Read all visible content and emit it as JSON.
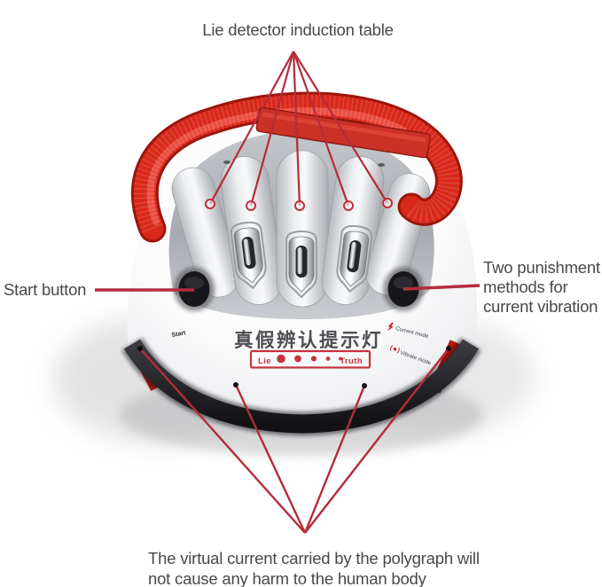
{
  "annotations": {
    "top": {
      "label": "Lie detector induction table",
      "points_to": "finger induction slots",
      "point_count": 5
    },
    "left": {
      "label": "Start button"
    },
    "right": {
      "lines": [
        "Two punishment",
        "methods for",
        "current vibration"
      ]
    },
    "bottom": {
      "lines": [
        "The virtual current carried by the polygraph will",
        "not cause any harm to the human body"
      ]
    }
  },
  "device": {
    "panel_text_cn": "真假辨认提示灯",
    "indicator": {
      "left_label": "Lie",
      "right_label": "Truth",
      "dot_count": 5
    },
    "start_button_label": "Start",
    "modes": [
      {
        "icon": "lightning-icon",
        "label": "Current mode"
      },
      {
        "icon": "vibration-icon",
        "label": "Vibrate mode"
      }
    ]
  },
  "colors": {
    "callout_red": "#b42c3b",
    "strap_red": "#d8291b",
    "strap_dark_red": "#9c150b",
    "indicator_red": "#c4343f",
    "text_dark": "#48484b",
    "device_base_black": "#1e1e22",
    "background": "#ffffff"
  }
}
